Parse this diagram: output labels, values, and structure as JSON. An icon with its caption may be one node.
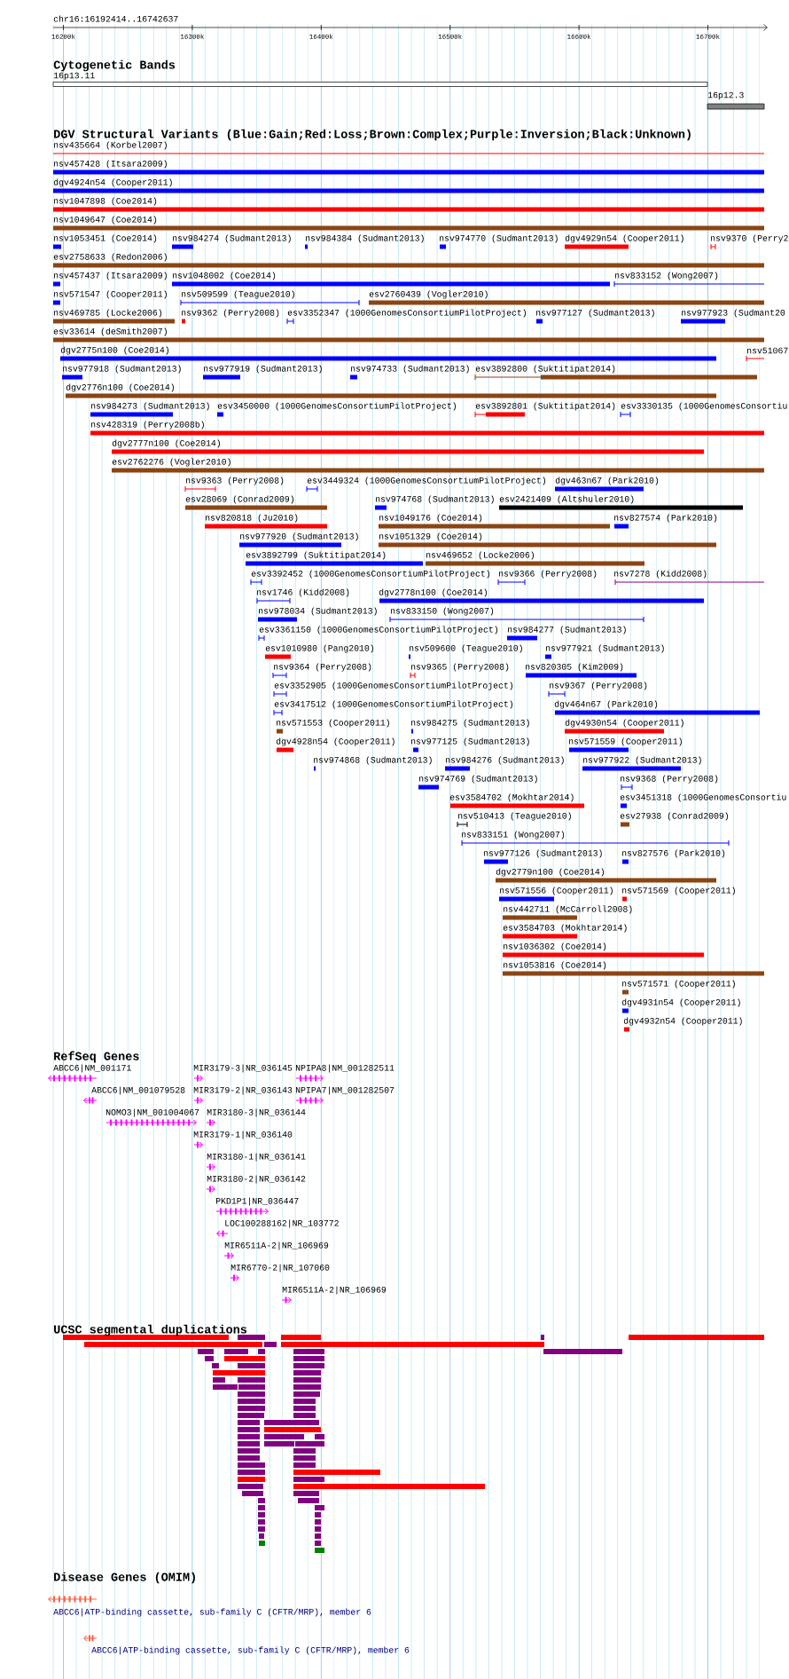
{
  "diagram": {
    "labels": [
      "chr16:16192414..16742637",
      "16200k",
      "16300k",
      "16400k",
      "16500k",
      "16600k",
      "16700k",
      "Cytogenetic Bands",
      "16p13.11",
      "16p12.3",
      "DGV Structural Variants (Blue:Gain;Red:Loss;Brown:Complex;Purple:Inversion;Black:Unknown)",
      "nsv435664 (Korbel2007)",
      "nsv457428 (Itsara2009)",
      "dgv4924n54 (Cooper2011)",
      "nsv1047898 (Coe2014)",
      "nsv1049647 (Coe2014)",
      "nsv1053451 (Coe2014)",
      "nsv984274 (Sudmant2013)",
      "nsv984384 (Sudmant2013)",
      "nsv974770 (Sudmant2013)",
      "dgv4929n54 (Cooper2011)",
      "nsv9370 (Perry2",
      "esv2758633 (Redon2006)",
      "nsv457437 (Itsara2009)",
      "nsv1048002 (Coe2014)",
      "nsv833152 (Wong2007)",
      "nsv571547 (Cooper2011)",
      "nsv509599 (Teague2010)",
      "esv2760439 (Vogler2010)",
      "nsv469785 (Locke2006)",
      "nsv9362 (Perry2008)",
      "esv3352347 (1000GenomesConsortiumPilotProject)",
      "nsv977127 (Sudmant2013)",
      "nsv977923 (Sudmant20",
      "esv33614 (deSmith2007)",
      "dgv2775n100 (Coe2014)",
      "nsv51067",
      "nsv977918 (Sudmant2013)",
      "nsv977919 (Sudmant2013)",
      "nsv974733 (Sudmant2013)",
      "esv3892800 (Suktitipat2014)",
      "dgv2776n100 (Coe2014)",
      "nsv984273 (Sudmant2013)",
      "esv3450000 (1000GenomesConsortiumPilotProject)",
      "esv3892801 (Suktitipat2014)",
      "esv3330135 (1000GenomesConsortiu",
      "nsv428319 (Perry2008b)",
      "dgv2777n100 (Coe2014)",
      "esv2762276 (Vogler2010)",
      "nsv9363 (Perry2008)",
      "esv3449324 (1000GenomesConsortiumPilotProject)",
      "dgv463n67 (Park2010)",
      "esv28069 (Conrad2009)",
      "nsv974768 (Sudmant2013)",
      "esv2421409 (Altshuler2010)",
      "nsv820818 (Ju2010)",
      "nsv1049176 (Coe2014)",
      "nsv827574 (Park2010)",
      "nsv977920 (Sudmant2013)",
      "nsv1051329 (Coe2014)",
      "esv3892799 (Suktitipat2014)",
      "nsv469652 (Locke2006)",
      "esv3392452 (1000GenomesConsortiumPilotProject)",
      "nsv9366 (Perry2008)",
      "nsv7278 (Kidd2008)",
      "nsv1746 (Kidd2008)",
      "dgv2778n100 (Coe2014)",
      "nsv978034 (Sudmant2013)",
      "nsv833150 (Wong2007)",
      "esv3361150 (1000GenomesConsortiumPilotProject)",
      "nsv984277 (Sudmant2013)",
      "esv1010980 (Pang2010)",
      "nsv509600 (Teague2010)",
      "nsv977921 (Sudmant2013)",
      "nsv9364 (Perry2008)",
      "nsv9365 (Perry2008)",
      "nsv820305 (Kim2009)",
      "esv3352905 (1000GenomesConsortiumPilotProject)",
      "nsv9367 (Perry2008)",
      "esv3417512 (1000GenomesConsortiumPilotProject)",
      "dgv464n67 (Park2010)",
      "nsv571553 (Cooper2011)",
      "nsv984275 (Sudmant2013)",
      "dgv4930n54 (Cooper2011)",
      "dgv4928n54 (Cooper2011)",
      "nsv977125 (Sudmant2013)",
      "nsv571559 (Cooper2011)",
      "nsv974868 (Sudmant2013)",
      "nsv984276 (Sudmant2013)",
      "nsv977922 (Sudmant2013)",
      "nsv974769 (Sudmant2013)",
      "nsv9368 (Perry2008)",
      "esv3584702 (Mokhtar2014)",
      "esv3451318 (1000GenomesConsortiu",
      "nsv510413 (Teague2010)",
      "esv27938 (Conrad2009)",
      "nsv833151 (Wong2007)",
      "nsv977126 (Sudmant2013)",
      "nsv827576 (Park2010)",
      "dgv2779n100 (Coe2014)",
      "nsv571556 (Cooper2011)",
      "nsv571569 (Cooper2011)",
      "nsv442711 (McCarroll2008)",
      "esv3584703 (Mokhtar2014)",
      "nsv1036302 (Coe2014)",
      "nsv1053816 (Coe2014)",
      "nsv571571 (Cooper2011)",
      "dgv4931n54 (Cooper2011)",
      "dgv4932n54 (Cooper2011)",
      "RefSeq Genes",
      "ABCC6|NM_001171",
      "MIR3179-3|NR_036145",
      "NPIPA8|NM_001282511",
      "ABCC6|NM_001079528",
      "MIR3179-2|NR_036143",
      "NPIPA7|NM_001282507",
      "NOMO3|NM_001004067",
      "MIR3180-3|NR_036144",
      "MIR3179-1|NR_036140",
      "MIR3180-1|NR_036141",
      "MIR3180-2|NR_036142",
      "PKD1P1|NR_036447",
      "LOC100288162|NR_103772",
      "MIR6511A-2|NR_106969",
      "MIR6770-2|NR_107060",
      "MIR6511A-2|NR_106969",
      "UCSC segmental duplications",
      "Disease Genes (OMIM)",
      "ABCC6|ATP-binding cassette, sub-family C (CFTR/MRP), member 6",
      "ABCC6|ATP-binding cassette, sub-family C (CFTR/MRP), member 6"
    ]
  }
}
